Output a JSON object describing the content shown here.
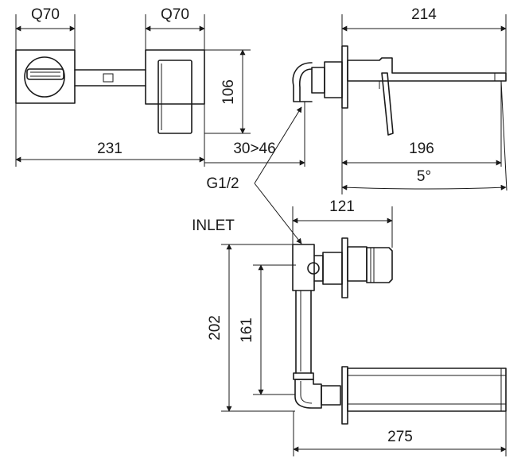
{
  "dimensions": {
    "front_square_width": "Q70",
    "front_rect_width": "Q70",
    "front_height": "106",
    "front_overall_width": "231",
    "side_top_length": "214",
    "side_wall_range": "30>46",
    "side_spout_length": "196",
    "side_angle": "5°",
    "plan_body_depth": "121",
    "plan_total_height": "202",
    "plan_inlet_height": "161",
    "plan_total_length": "275"
  },
  "callouts": {
    "thread": "G1/2",
    "inlet": "INLET"
  }
}
